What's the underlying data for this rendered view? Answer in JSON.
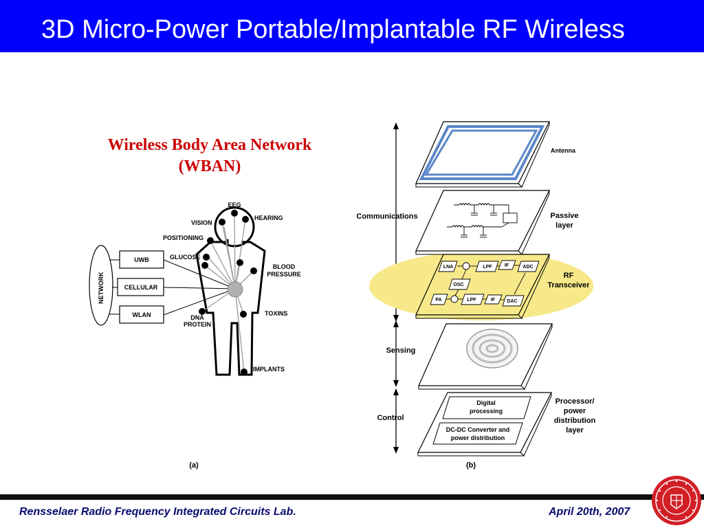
{
  "slide": {
    "title": "3D Micro-Power Portable/Implantable RF Wireless",
    "subtitle_line1": "Wireless Body Area Network",
    "subtitle_line2": "(WBAN)"
  },
  "wban_diagram": {
    "network_label": "NETWORK",
    "links": [
      "UWB",
      "CELLULAR",
      "WLAN"
    ],
    "sensors": {
      "eeg": "EEG",
      "hearing": "HEARING",
      "vision": "VISION",
      "positioning": "POSITIONING",
      "glucose": "GLUCOSE",
      "blood_pressure_line1": "BLOOD",
      "blood_pressure_line2": "PRESSURE",
      "toxins": "TOXINS",
      "dna_line1": "DNA",
      "dna_line2": "PROTEIN",
      "implants": "IMPLANTS"
    },
    "caption": "(a)"
  },
  "stack_diagram": {
    "groups": {
      "communications": "Communications",
      "sensing": "Sensing",
      "control": "Control"
    },
    "layers": {
      "antenna": "Antenna",
      "passive_line1": "Passive",
      "passive_line2": "layer",
      "rf_line1": "RF",
      "rf_line2": "Transceiver",
      "processor_line1": "Processor/",
      "processor_line2": "power",
      "processor_line3": "distribution",
      "processor_line4": "layer"
    },
    "rf_blocks": {
      "lna": "LNA",
      "lpf_top": "LPF",
      "if_top": "IF",
      "adc": "ADC",
      "osc": "OSC",
      "pa": "PA",
      "lpf_bottom": "LPF",
      "if_bottom": "IF",
      "dac": "DAC"
    },
    "processor_blocks": {
      "digital_line1": "Digital",
      "digital_line2": "processing",
      "dcdc_line1": "DC-DC Converter and",
      "dcdc_line2": "power distribution"
    },
    "caption": "(b)"
  },
  "footer": {
    "lab": "Rensselaer Radio Frequency Integrated Circuits Lab.",
    "date": "April  20th, 2007"
  },
  "colors": {
    "title_bar": "#0000ff",
    "subtitle": "#cc0000",
    "rf_highlight": "#f7e98a",
    "antenna_frame": "#5b87c9",
    "footer_text": "#0a0a6e",
    "seal": "#d21f26"
  }
}
